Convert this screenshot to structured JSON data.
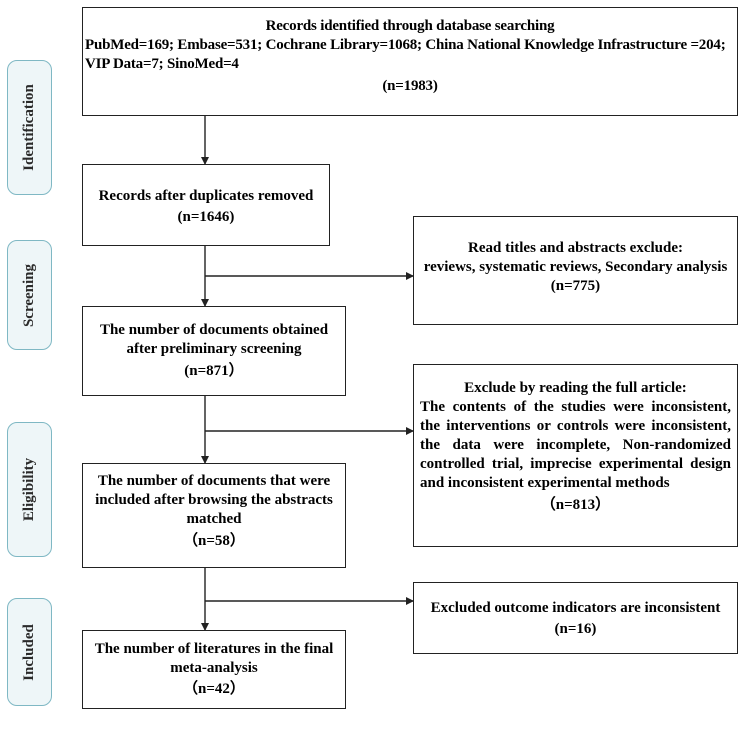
{
  "stages": {
    "identification": "Identification",
    "screening": "Screening",
    "eligibility": "Eligibility",
    "included": "Included"
  },
  "boxes": {
    "identified": {
      "title": "Records identified through database searching",
      "sources_line1": "PubMed=169; Embase=531; Cochrane Library=1068; China National Knowledge Infrastructure =204;",
      "sources_line2": "VIP Data=7; SinoMed=4",
      "count": "(n=1983)"
    },
    "duplicates_removed": {
      "title": "Records after duplicates removed",
      "count": "(n=1646)"
    },
    "excluded_titles": {
      "title": "Read titles and abstracts exclude:",
      "reasons": "reviews, systematic reviews, Secondary analysis",
      "count": "(n=775)"
    },
    "preliminary_screening": {
      "line1": "The number of documents obtained",
      "line2": "after preliminary screening",
      "count": "(n=871）"
    },
    "excluded_fulltext": {
      "title": "Exclude by reading the full article:",
      "reasons": "The contents of the studies were inconsistent, the interventions or controls were inconsistent, the data were incomplete, Non-randomized controlled trial, imprecise experimental design and inconsistent experimental methods",
      "count": "（n=813）"
    },
    "abstracts_matched": {
      "line1": "The number of documents that were",
      "line2": "included after browsing the abstracts",
      "line3": "matched",
      "count": "（n=58）"
    },
    "excluded_outcomes": {
      "title": "Excluded outcome indicators are inconsistent",
      "count": "(n=16)"
    },
    "final": {
      "line1": "The number of literatures in the final",
      "line2": "meta-analysis",
      "count": "（n=42）"
    }
  }
}
